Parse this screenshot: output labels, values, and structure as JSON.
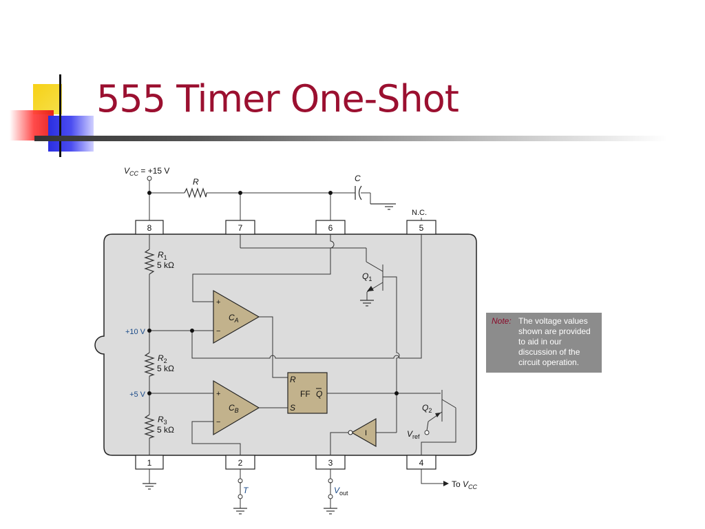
{
  "slide": {
    "title": "555 Timer One-Shot"
  },
  "note": {
    "label": "Note:",
    "text": "The voltage values shown are provided to aid in our discussion of the circuit operation."
  },
  "diagram": {
    "supply": {
      "prefix": "V",
      "sub": "CC",
      "suffix": " = +15 V"
    },
    "resistor_r": "R",
    "capacitor_c": "C",
    "nc_label": "N.C.",
    "pins": [
      "8",
      "7",
      "6",
      "5",
      "1",
      "2",
      "3",
      "4"
    ],
    "internal_resistors": [
      {
        "name": "R",
        "sub": "1",
        "value": "5 kΩ"
      },
      {
        "name": "R",
        "sub": "2",
        "value": "5 kΩ"
      },
      {
        "name": "R",
        "sub": "3",
        "value": "5 kΩ"
      }
    ],
    "voltage_10": "+10 V",
    "voltage_5": "+5 V",
    "comparator_a": {
      "name": "C",
      "sub": "A"
    },
    "comparator_b": {
      "name": "C",
      "sub": "B"
    },
    "flipflop": {
      "r": "R",
      "s": "S",
      "ff": "FF",
      "qbar": "Q"
    },
    "transistor_q1": {
      "name": "Q",
      "sub": "1"
    },
    "transistor_q2": {
      "name": "Q",
      "sub": "2"
    },
    "inverter": "I",
    "vref": {
      "name": "V",
      "sub": "ref"
    },
    "trigger": "T",
    "vout": {
      "name": "V",
      "sub": "out"
    },
    "to_vcc": {
      "prefix": "To ",
      "name": "V",
      "sub": "CC"
    },
    "plus": "+",
    "minus": "−"
  }
}
